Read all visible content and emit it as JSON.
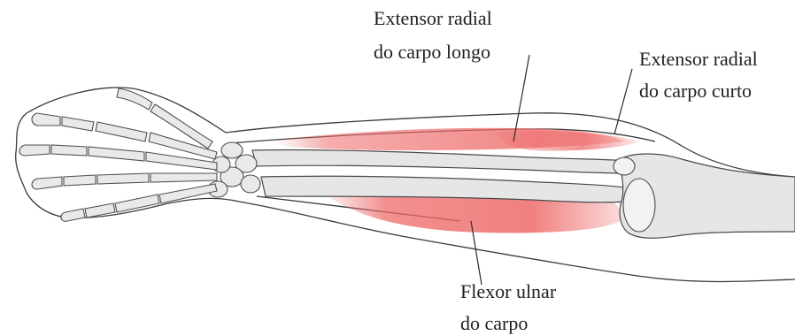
{
  "labels": {
    "ecrl": [
      "Extensor radial",
      "do carpo longo"
    ],
    "ecrb": [
      "Extensor radial",
      "do carpo curto"
    ],
    "fcu": [
      "Flexor ulnar",
      "do carpo"
    ]
  },
  "colors": {
    "muscle": "#ee6a6a",
    "bone": "#e6e6e6",
    "line": "#3a3a3a"
  }
}
